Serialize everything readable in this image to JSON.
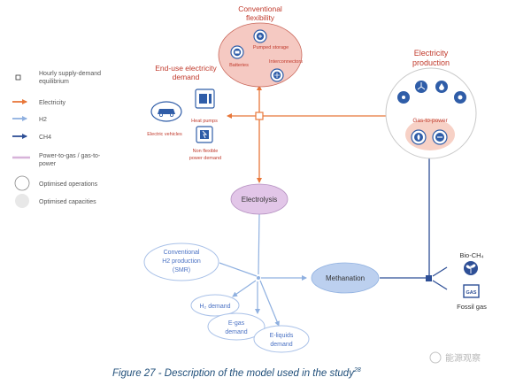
{
  "legend": {
    "equilibrium": "Hourly supply-demand equilibrium",
    "electricity": "Electricity",
    "h2": "H2",
    "ch4": "CH4",
    "ptg": "Power-to-gas / gas-to-power",
    "optimised_operations": "Optimised operations",
    "optimised_capacities": "Optimised capacities"
  },
  "colors": {
    "electricity": "#e8773a",
    "h2": "#8fb0e0",
    "ch4": "#2e4f96",
    "ptg": "#d7b3d9",
    "flex_circle": "#f5c9c2",
    "flex_stroke": "#c9675a",
    "electrolysis": "#e2c6e8",
    "methanation": "#bcd0ef",
    "heading_red": "#c0392b",
    "text_blue": "#4b72c4"
  },
  "conventional_flexibility": {
    "title_line1": "Conventional",
    "title_line2": "flexibility",
    "items": [
      "Pumped storage",
      "Batteries",
      "Interconnectors"
    ]
  },
  "end_use": {
    "title_line1": "End-use electricity",
    "title_line2": "demand",
    "items": [
      "Heat pumps",
      "Electric vehicles",
      "Non flexible",
      "power demand"
    ]
  },
  "production": {
    "title_line1": "Electricity",
    "title_line2": "production",
    "gas_to_power": "Gas-to-power"
  },
  "electrolysis": "Electrolysis",
  "conventional_h2": [
    "Conventional",
    "H2 production",
    "(SMR)"
  ],
  "methanation": "Methanation",
  "h2_demand": "H₂ demand",
  "egas_demand": [
    "E-gas",
    "demand"
  ],
  "eliquids_demand": [
    "E-liquids",
    "demand"
  ],
  "bio_ch4": "Bio-CH₄",
  "gas_box": "GAS",
  "fossil_gas": "Fossil gas",
  "caption_text": "Figure 27 - Description of the model used in the study",
  "caption_sup": "28",
  "watermark": "能源观察"
}
